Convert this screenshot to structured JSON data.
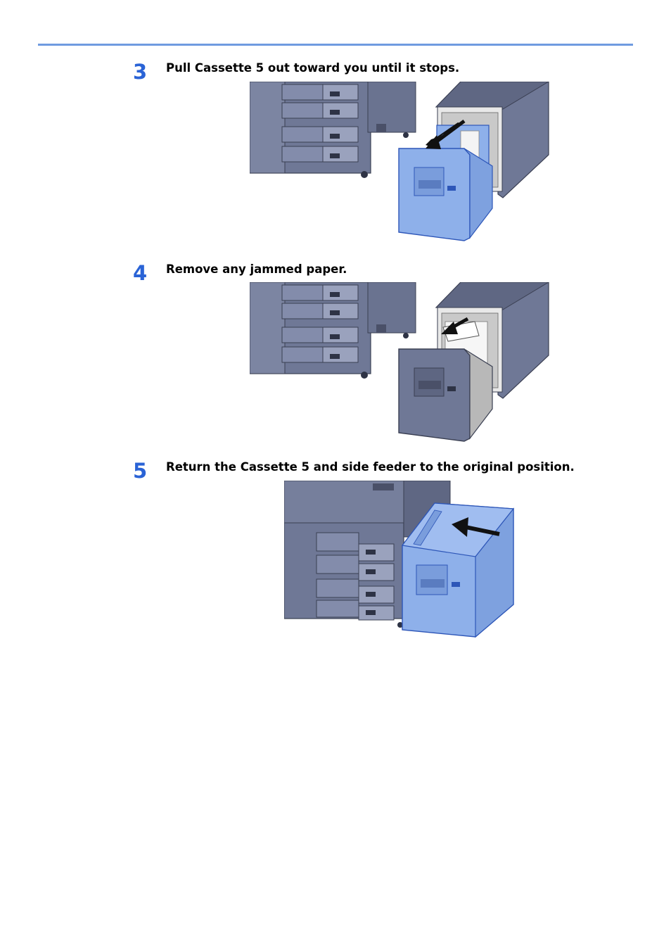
{
  "steps": [
    {
      "number": "3",
      "text": "Pull Cassette 5 out toward you until it stops."
    },
    {
      "number": "4",
      "text": "Remove any jammed paper."
    },
    {
      "number": "5",
      "text": "Return the Cassette 5 and side feeder to the original position."
    }
  ],
  "colors": {
    "rule": "#6f9be0",
    "step_number": "#2a63d6",
    "printer_body": "#6f7896",
    "highlight_blue": "#8eb0ea"
  }
}
